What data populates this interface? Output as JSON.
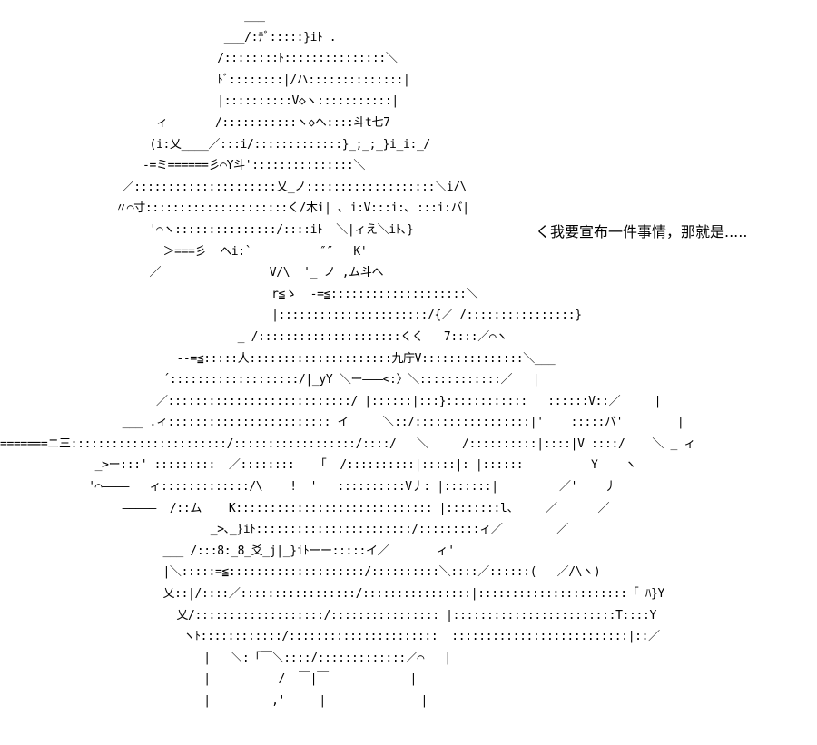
{
  "art": {
    "lines": [
      "                                    ___",
      "                                 ___/:ﾃﾞ:::::}iﾄ .",
      "                                /::::::::ﾄ:::::::::::::::＼",
      "                                ﾄﾞ::::::::|/ハ::::::::::::::|",
      "                                |::::::::::V◇ヽ:::::::::::|",
      "                       ィ       /:::::::::::ヽ◇へ::::斗t七7",
      "                      (i:乂____／:::i/:::::::::::::}_;_;_}i_i:_/",
      "                     -=ミ======彡⌒Y斗':::::::::::::::＼",
      "                  ／:::::::::::::::::::::乂_ノ:::::::::::::::::::＼i/\\",
      "                 〃⌒寸:::::::::::::::::::::く/木i| ､ i:V:::i:､ :::i:バ|",
      "                      '⌒ヽ:::::::::::::::/::::iﾄ  ＼|ィえ＼iﾄ､}",
      "                        ＞===彡  ヘi:`          ″″   K'",
      "                      ／                V/\\  '_ ノ ,ム斗へ",
      "                                        r≦ゝ  -=≦::::::::::::::::::::＼",
      "                                        |::::::::::::::::::::::/{／ /::::::::::::::::}",
      "                                   _ /:::::::::::::::::::::くく   7::::／⌒ヽ",
      "                          --=≦:::::人:::::::::::::::::::::九庁V:::::::::::::::＼___",
      "                        ´:::::::::::::::::::/|_yY ＼ー―――<:〉＼::::::::::::／   |",
      "                       ／:::::::::::::::::::::::::::/ |::::::|:::}::::::::::::   ::::::V::／     |",
      "                  ___ .ィ:::::::::::::::::::::::: イ     ＼::/:::::::::::::::::|'    :::::バ'        |",
      "=======ニ三:::::::::::::::::::::::/::::::::::::::::::/::::/   ＼     /::::::::::|::::|V ::::/    ＼ _ ィ",
      "              _>ー:::' :::::::::  ／::::::::   「  /::::::::::|:::::|: |::::::          Υ    ヽ",
      "             '⌒――――   ィ:::::::::::::/\\    !  '   ::::::::::V丿: |:::::::|         ／'    丿",
      "                  ―――――  /::ム    K::::::::::::::::::::::::::::: |::::::::l、    ／      ／",
      "                               _>､_}iﾄ:::::::::::::::::::::::/:::::::::ィ／        ／",
      "                        ___ /:::8:_8_爻_j|_}iﾄーー:::::イ／       ィ'",
      "                        |＼:::::=≦::::::::::::::::::::/::::::::::＼::::／::::::(   ／/\\ヽ)",
      "                        乂::|/::::／:::::::::::::::::/::::::::::::::::|::::::::::::::::::::::「 ﾊ}Y",
      "                          乂/:::::::::::::::::::/:::::::::::::::: |::::::::::::::::::::::::T::::Y",
      "                           ヽﾄ::::::::::::/::::::::::::::::::::::  ::::::::::::::::::::::::::|::／",
      "                              |   ＼:「￣＼::::/:::::::::::::／⌒   |",
      "                              |          /  ￣|￣            |",
      "                              |         ,'     |              |"
    ],
    "speech": "く我要宣布一件事情，那就是....."
  }
}
